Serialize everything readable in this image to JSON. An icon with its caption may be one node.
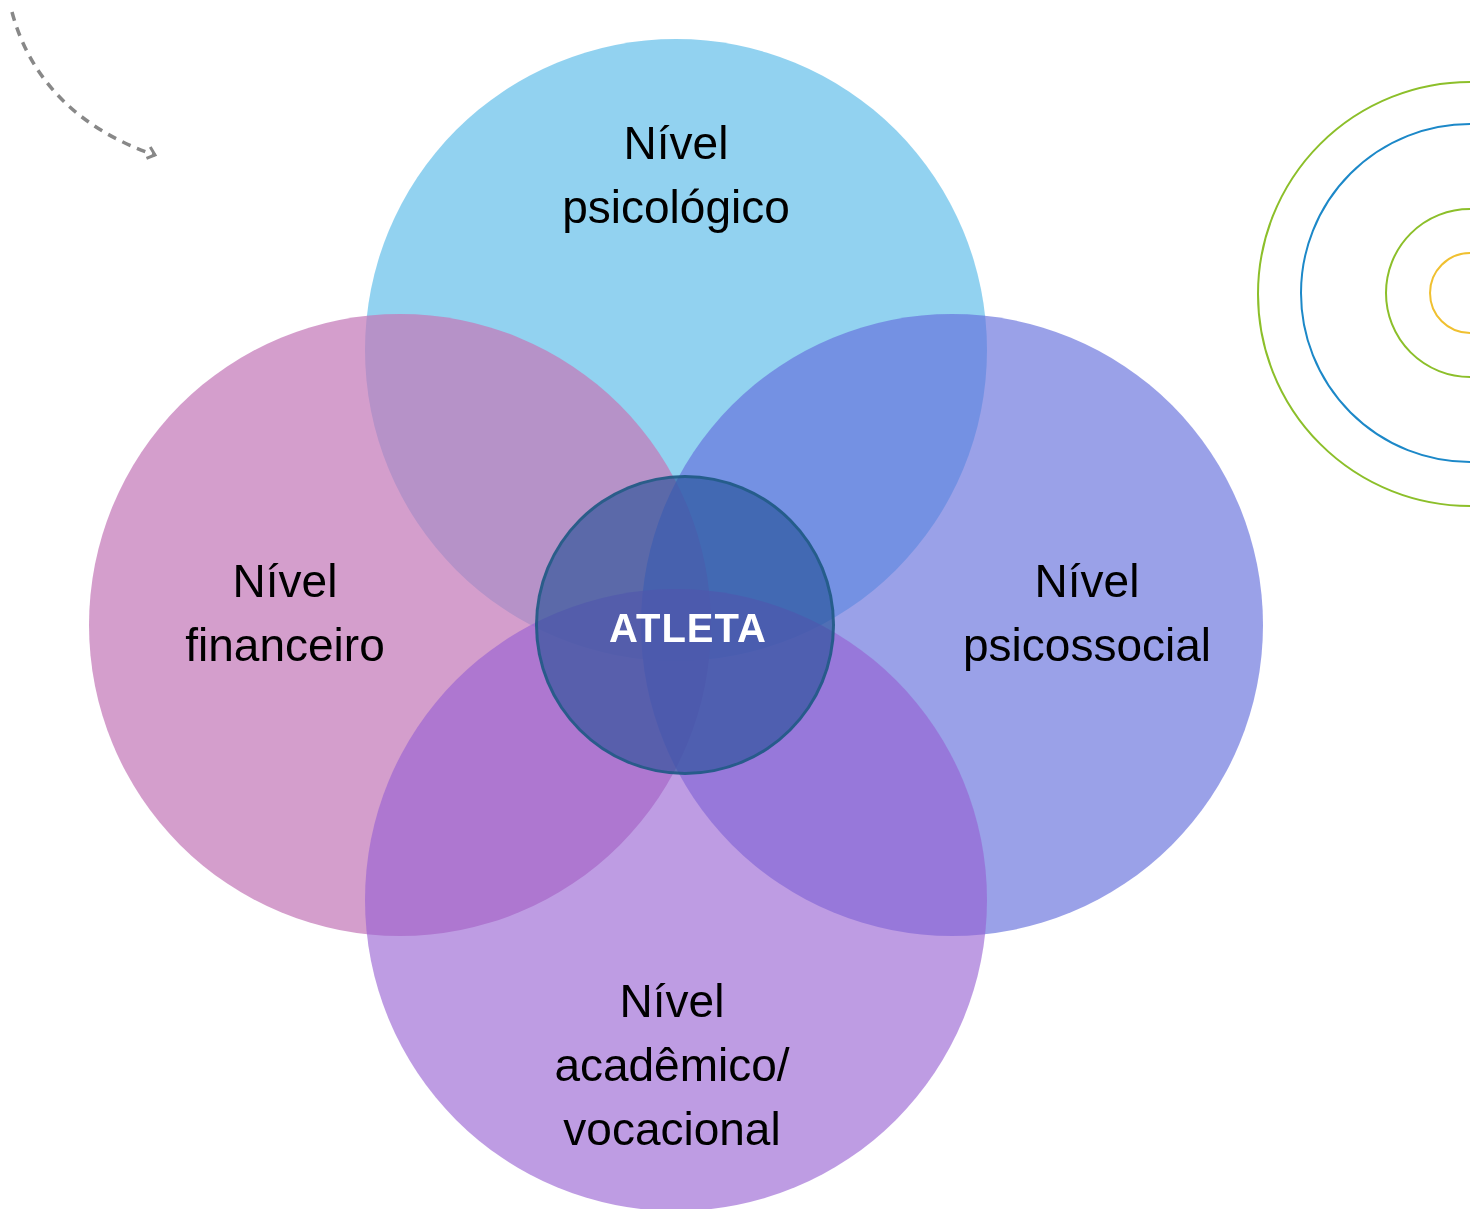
{
  "diagram": {
    "nodes": [
      {
        "text": [
          "Nível psicológico"
        ]
      },
      {
        "text": [
          "Nível financeiro"
        ]
      },
      {
        "text": [
          "Nível psicossocial"
        ]
      },
      {
        "text": [
          "Nível acadêmico/ vocacional"
        ]
      },
      {
        "text": [
          "ATLETA"
        ]
      }
    ],
    "edges": []
  }
}
